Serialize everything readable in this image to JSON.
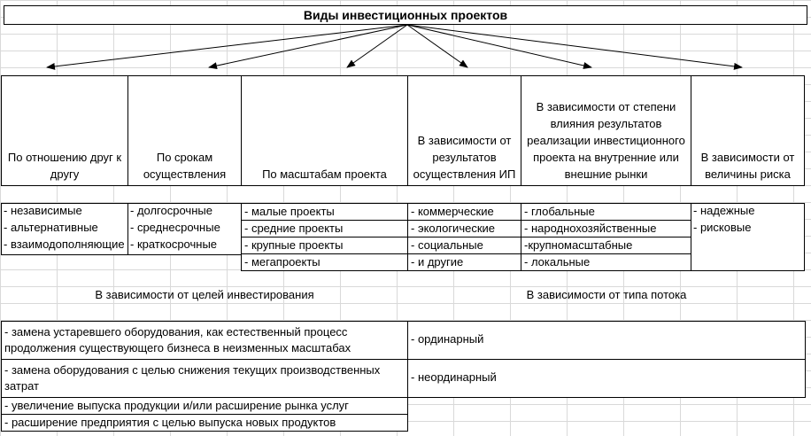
{
  "title": "Виды инвестиционных проектов",
  "columns": [
    {
      "header": "По отношению друг к другу",
      "items": [
        "- независимые",
        "- альтернативные",
        "- взаимодополняющие"
      ]
    },
    {
      "header": "По срокам осуществления",
      "items": [
        "- долгосрочные",
        "- среднесрочные",
        "- краткосрочные"
      ]
    },
    {
      "header": "По масштабам проекта",
      "items": [
        "- малые проекты",
        "- средние проекты",
        "- крупные проекты",
        "- мегапроекты"
      ]
    },
    {
      "header": "В зависимости от результатов осуществления ИП",
      "items": [
        "- коммерческие",
        "- экологические",
        "- социальные",
        "- и другие"
      ]
    },
    {
      "header": "В зависимости от степени влияния результатов реализации инвестиционного проекта на внутренние или внешние рынки",
      "items": [
        "- глобальные",
        "- народнохозяйственные",
        "-крупномасштабные",
        "- локальные"
      ]
    },
    {
      "header": "В зависимости от величины риска",
      "items": [
        "- надежные",
        "- рисковые"
      ]
    }
  ],
  "goals": {
    "header": "В зависимости от целей инвестирования",
    "items": [
      "- замена устаревшего оборудования, как естественный процесс продолжения существующего бизнеса в неизменных масштабах",
      "- замена оборудования с целью снижения текущих производственных затрат",
      "- увеличение выпуска продукции и/или расширение рынка услуг",
      "- расширение предприятия с целью выпуска новых продуктов"
    ]
  },
  "flow": {
    "header": "В зависимости от типа потока",
    "items": [
      "- ординарный",
      "- неординарный"
    ]
  }
}
